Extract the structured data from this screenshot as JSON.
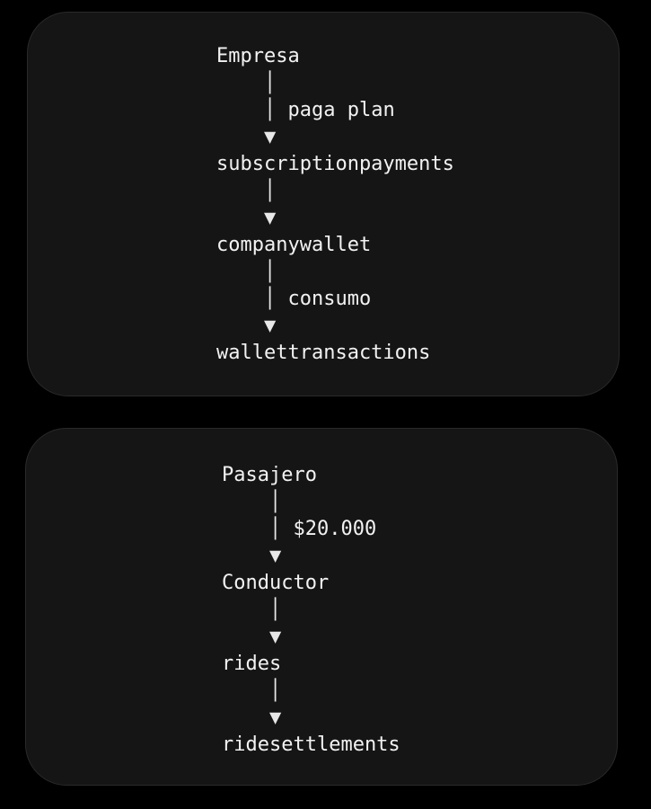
{
  "diagrams": [
    {
      "lines": [
        {
          "kind": "node",
          "text": "Empresa"
        },
        {
          "kind": "pipe",
          "text": "    │"
        },
        {
          "kind": "label",
          "prefix": "    │ ",
          "text": "paga plan"
        },
        {
          "kind": "arrow",
          "text": "    ▼"
        },
        {
          "kind": "node",
          "text": "subscriptionpayments"
        },
        {
          "kind": "pipe",
          "text": "    │"
        },
        {
          "kind": "arrow",
          "text": "    ▼"
        },
        {
          "kind": "node",
          "text": "companywallet"
        },
        {
          "kind": "pipe",
          "text": "    │"
        },
        {
          "kind": "label",
          "prefix": "    │ ",
          "text": "consumo"
        },
        {
          "kind": "arrow",
          "text": "    ▼"
        },
        {
          "kind": "node",
          "text": "wallettransactions"
        }
      ]
    },
    {
      "lines": [
        {
          "kind": "node",
          "text": "Pasajero"
        },
        {
          "kind": "pipe",
          "text": "    │"
        },
        {
          "kind": "label",
          "prefix": "    │ ",
          "text": "$20.000"
        },
        {
          "kind": "arrow",
          "text": "    ▼"
        },
        {
          "kind": "node",
          "text": "Conductor"
        },
        {
          "kind": "pipe",
          "text": "    │"
        },
        {
          "kind": "arrow",
          "text": "    ▼"
        },
        {
          "kind": "node",
          "text": "rides"
        },
        {
          "kind": "pipe",
          "text": "    │"
        },
        {
          "kind": "arrow",
          "text": "    ▼"
        },
        {
          "kind": "node",
          "text": "ridesettlements"
        }
      ]
    }
  ]
}
